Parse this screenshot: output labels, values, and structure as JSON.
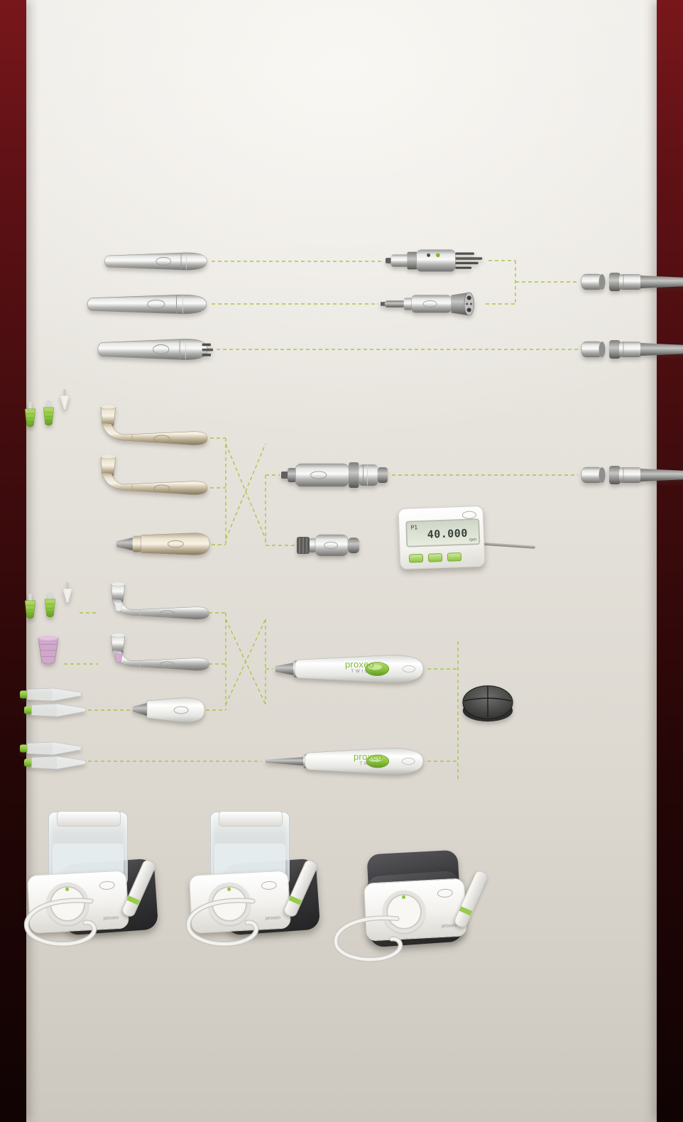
{
  "colors": {
    "background_top": "#f1efeb",
    "background_bottom": "#ccc8c0",
    "edge_stripe_top": "#78171b",
    "edge_stripe_bottom": "#100303",
    "connector_dash_green": "#a6c43c",
    "brand_green": "#8dc63f"
  },
  "display_unit": {
    "program": "P1",
    "value": "40.000",
    "unit": "rpm"
  },
  "cordless_handpieces": [
    {
      "brand": "proxeo",
      "series": "TWIST"
    },
    {
      "brand": "proxeo",
      "series": "TWIST"
    }
  ],
  "scalers": [
    {
      "brand": "proxeo"
    },
    {
      "brand": "proxeo"
    },
    {
      "brand": "proxeo"
    }
  ],
  "icons": {
    "wh_logo": "oval-outline-badge",
    "green_button": "rounded-green-key",
    "dial": "circular-control-ring"
  }
}
